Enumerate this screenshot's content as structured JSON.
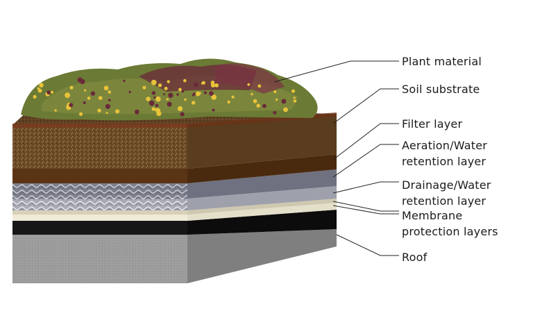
{
  "diagram": {
    "labels": [
      {
        "id": "plant",
        "text": "Plant material"
      },
      {
        "id": "soil",
        "text": "Soil substrate"
      },
      {
        "id": "filter",
        "text": "Filter layer"
      },
      {
        "id": "aeration_1",
        "text": "Aeration/Water"
      },
      {
        "id": "aeration_2",
        "text": "retention layer"
      },
      {
        "id": "drainage_1",
        "text": "Drainage/Water"
      },
      {
        "id": "drainage_2",
        "text": "retention layer"
      },
      {
        "id": "membrane_1",
        "text": "Membrane"
      },
      {
        "id": "membrane_2",
        "text": "protection layers"
      },
      {
        "id": "roof",
        "text": "Roof"
      }
    ],
    "colors": {
      "soil": "#6b4a26",
      "filter": "#5a3414",
      "aeration": "#8e8e9a",
      "drainage": "#b9b9c2",
      "membrane_light": "#f1ecd8",
      "membrane_dark": "#141414",
      "roof": "#9a9a9a",
      "vegetation_green": "#6b7a34",
      "flower_yellow": "#e8c33a",
      "flower_purple": "#6a2a3a"
    }
  }
}
